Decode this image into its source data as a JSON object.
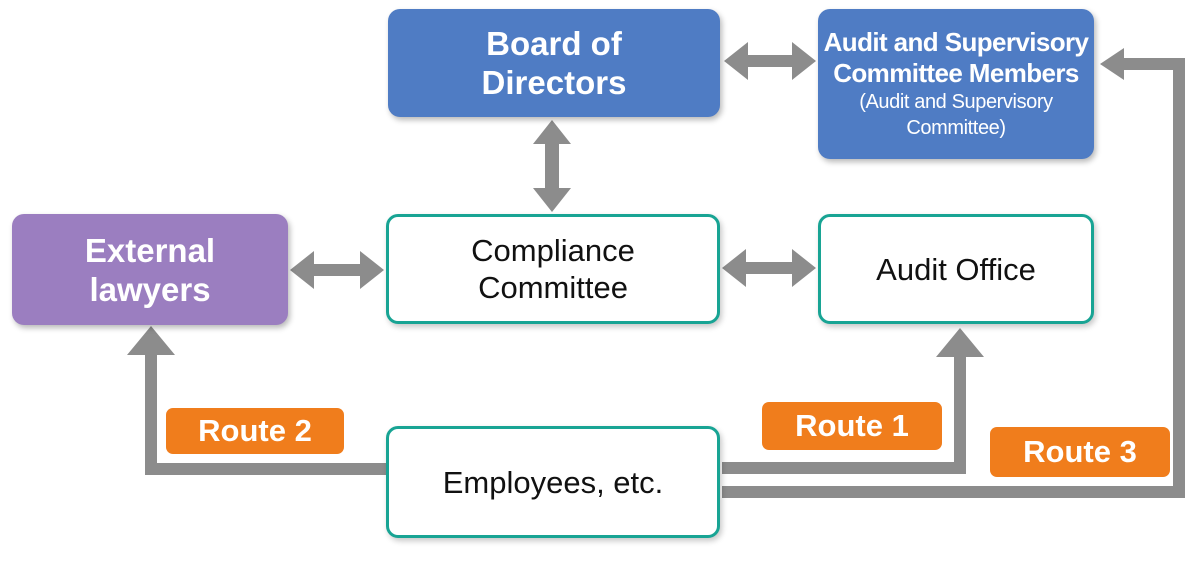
{
  "colors": {
    "board": "#4f7cc4",
    "audit_committee": "#4f7cc4",
    "external": "#9b7ec0",
    "outline": "#18a494",
    "route": "#f07d1c",
    "arrow": "#8c8c8c"
  },
  "nodes": {
    "board": {
      "line1": "Board of",
      "line2": "Directors"
    },
    "audit_committee": {
      "line1": "Audit and Supervisory",
      "line2": "Committee Members",
      "line3": "(Audit and Supervisory",
      "line4": "Committee)"
    },
    "external": {
      "line1": "External",
      "line2": "lawyers"
    },
    "compliance": {
      "line1": "Compliance",
      "line2": "Committee"
    },
    "audit_office": {
      "label": "Audit Office"
    },
    "employees": {
      "label": "Employees, etc."
    }
  },
  "routes": {
    "route1": "Route 1",
    "route2": "Route 2",
    "route3": "Route 3"
  }
}
